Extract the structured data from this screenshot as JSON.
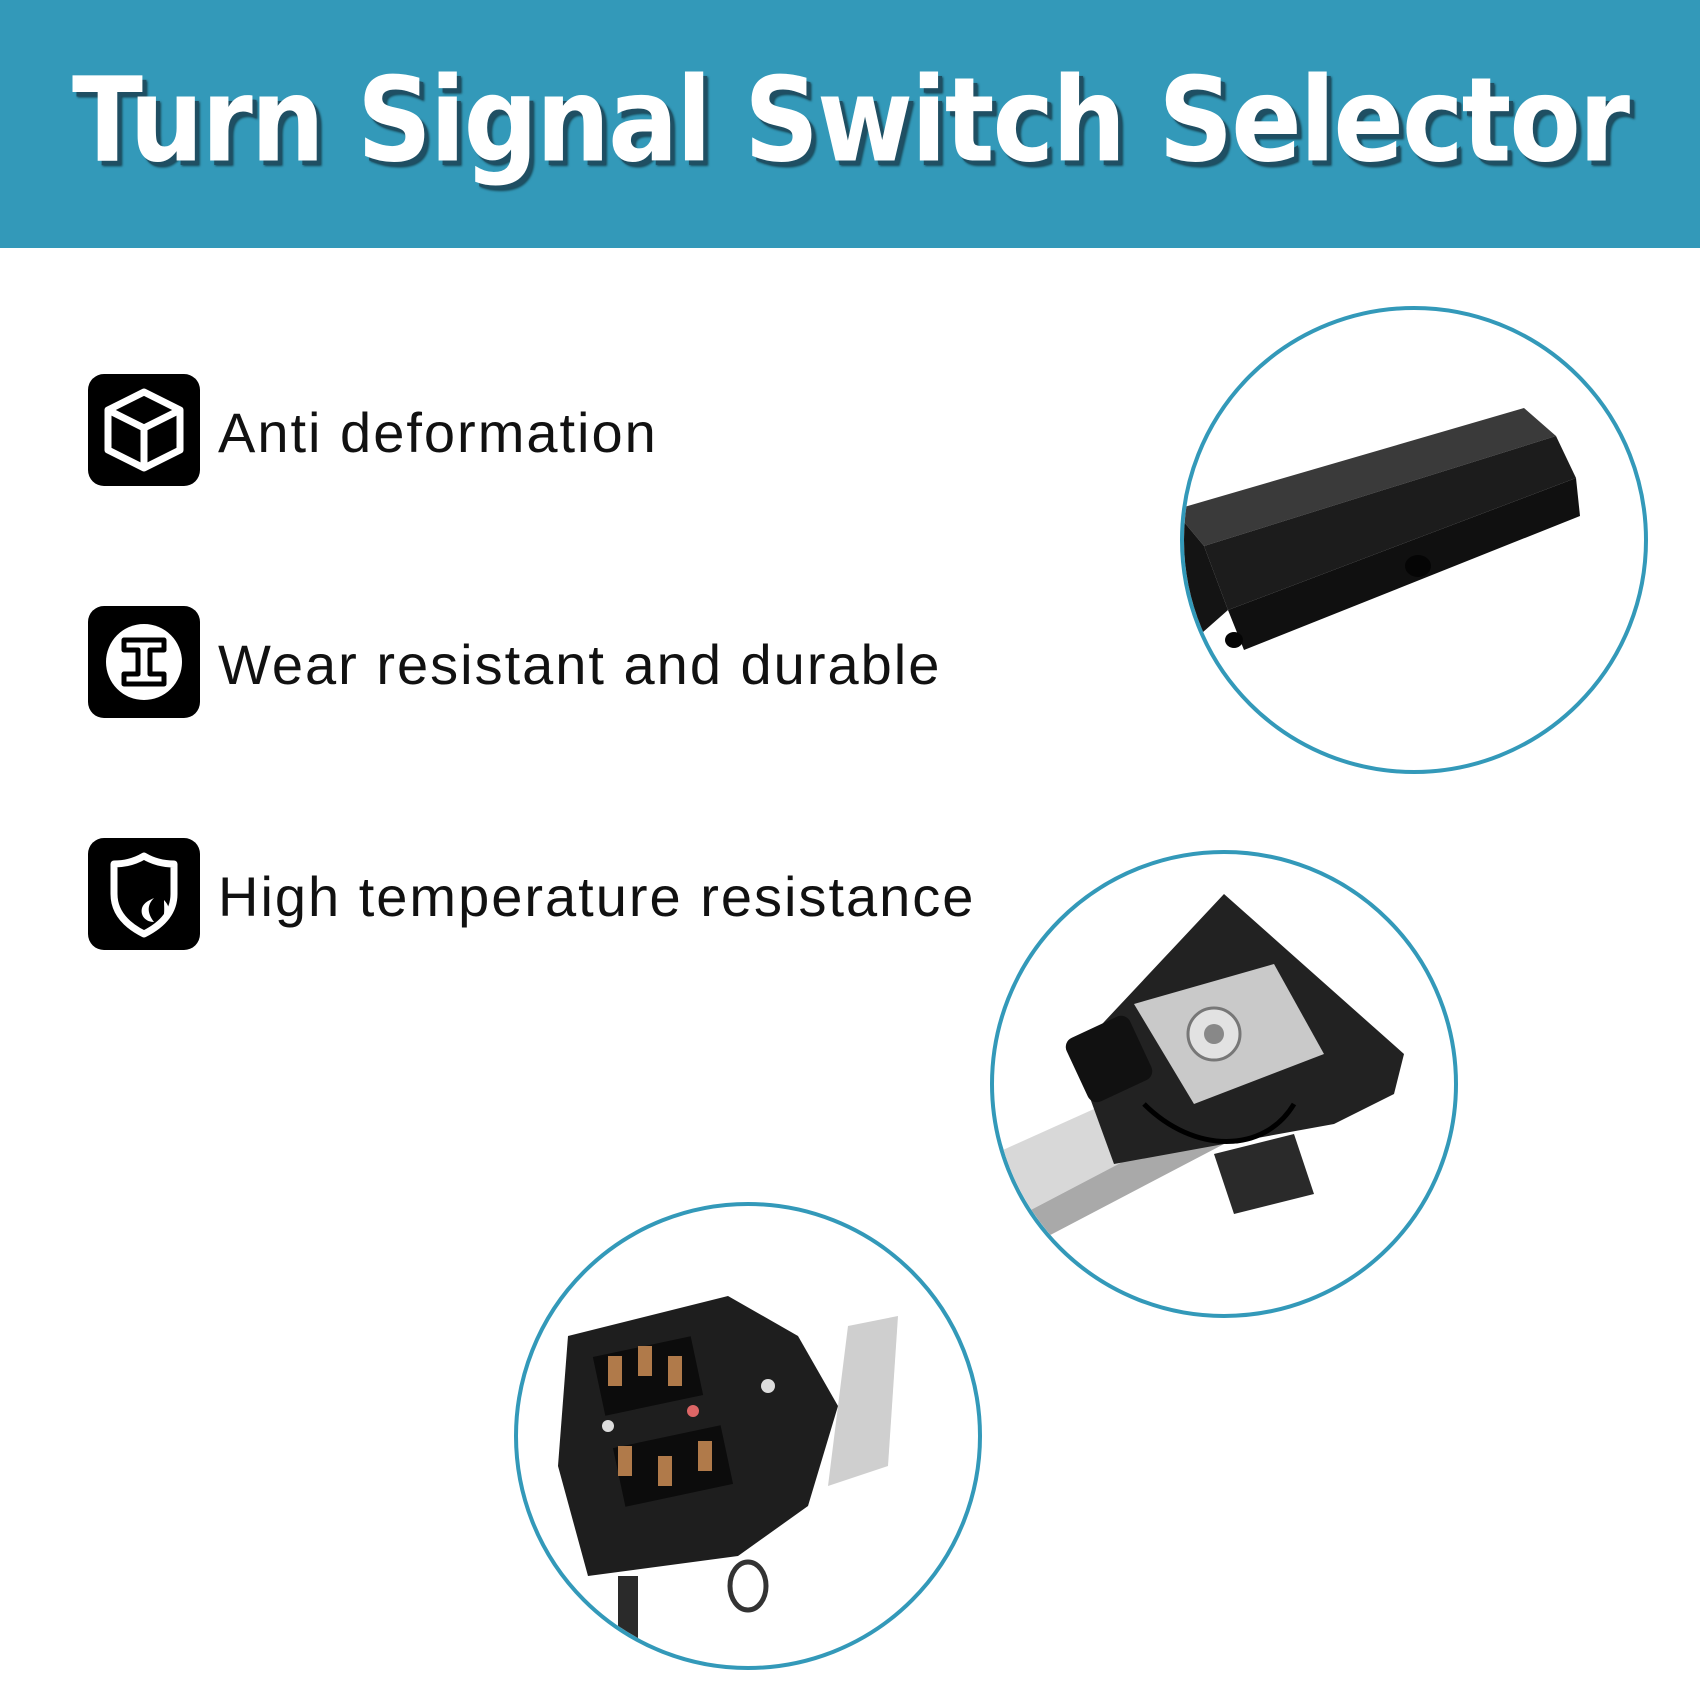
{
  "banner": {
    "title": "Turn Signal Switch Selector",
    "background_color": "#3399b9",
    "text_color": "#ffffff"
  },
  "features": [
    {
      "icon": "cube-icon",
      "label": "Anti deformation"
    },
    {
      "icon": "i-beam-icon",
      "label": "Wear resistant and durable"
    },
    {
      "icon": "shield-flame-icon",
      "label": "High temperature resistance"
    }
  ],
  "photos": [
    {
      "subject": "black-square-bar-closeup"
    },
    {
      "subject": "switch-mechanism-closeup"
    },
    {
      "subject": "connector-terminals-closeup"
    }
  ],
  "accent_color": "#3399b9"
}
